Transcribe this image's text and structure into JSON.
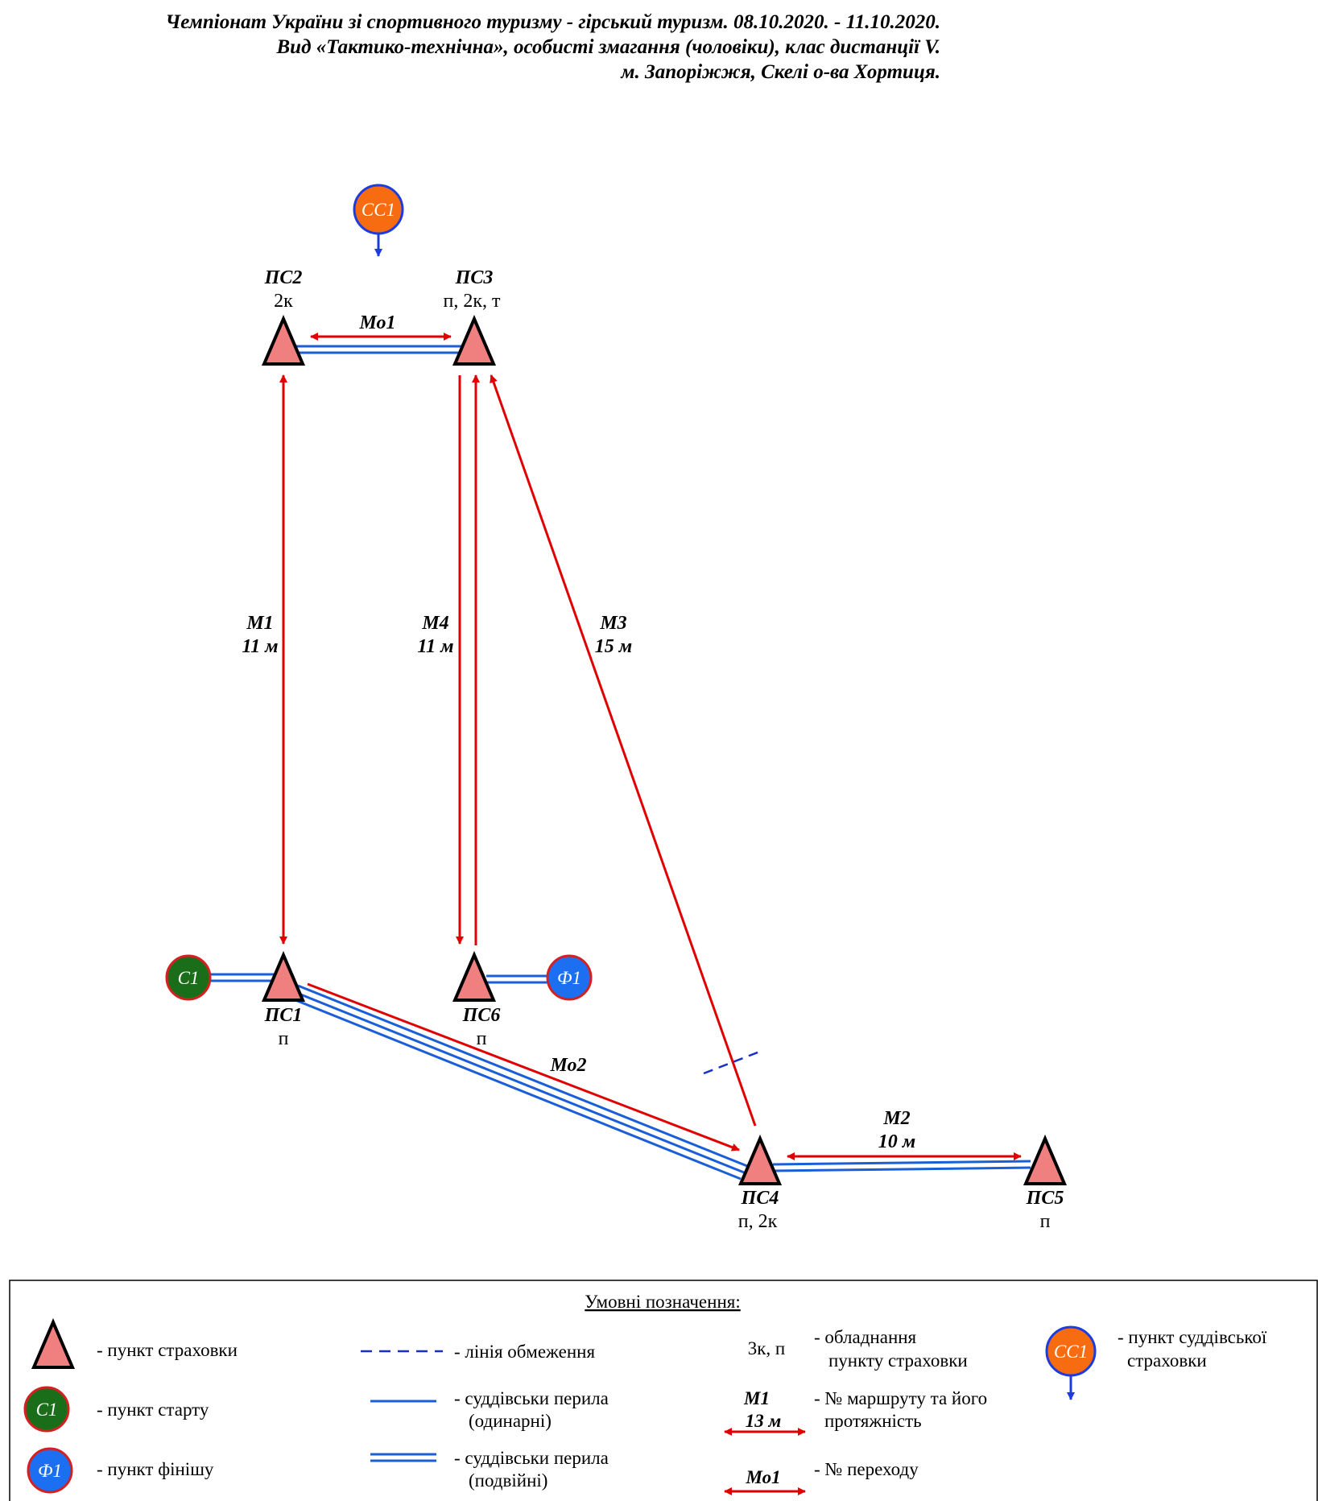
{
  "header": {
    "line1": "Чемпіонат України зі спортивного туризму - гірський туризм. 08.10.2020. - 11.10.2020.",
    "line2": "Вид «Тактико-технічна», особисті змагання (чоловіки), клас дистанції V.",
    "line3": "м. Запоріжжя, Скелі о-ва Хортиця."
  },
  "colors": {
    "triangle_fill": "#f07f7f",
    "arrow_red": "#e00000",
    "rope_blue": "#1a5fd8",
    "start_green": "#1a6e1a",
    "finish_blue": "#1c6ff0",
    "judge_orange": "#f76c10",
    "circle_outline_red": "#d42020",
    "judge_outline_blue": "#1c3ce0",
    "restriction_dash": "#1a2fc8"
  },
  "diagram": {
    "ps1": {
      "name": "ПС1",
      "equip": "п"
    },
    "ps2": {
      "name": "ПС2",
      "equip": "2к"
    },
    "ps3": {
      "name": "ПС3",
      "equip": "п, 2к, т"
    },
    "ps4": {
      "name": "ПС4",
      "equip": "п, 2к"
    },
    "ps5": {
      "name": "ПС5",
      "equip": "п"
    },
    "ps6": {
      "name": "ПС6",
      "equip": "п"
    },
    "start": "С1",
    "finish": "Ф1",
    "judge": "СС1",
    "m1": {
      "name": "М1",
      "length": "11 м"
    },
    "m2": {
      "name": "М2",
      "length": "10 м"
    },
    "m3": {
      "name": "М3",
      "length": "15 м"
    },
    "m4": {
      "name": "М4",
      "length": "11 м"
    },
    "mo1": "Мо1",
    "mo2": "Мо2"
  },
  "legend": {
    "title": "Умовні позначення:",
    "belay_point": "- пункт страховки",
    "start_point": "- пункт старту",
    "finish_point": "- пункт фінішу",
    "restriction_line": "- лінія обмеження",
    "rope_single_1": "- суддівськи перила",
    "rope_single_2": "(одинарні)",
    "rope_double_1": "- суддівськи перила",
    "rope_double_2": "(подвійні)",
    "equip_sample": "3к, п",
    "equip_desc_1": "- обладнання",
    "equip_desc_2": "пункту страховки",
    "route_name": "М1",
    "route_length": "13 м",
    "route_desc_1": "- № маршруту та його",
    "route_desc_2": "протяжність",
    "transition_name": "Мо1",
    "transition_desc": "- № переходу",
    "judge_desc_1": "- пункт суддівської",
    "judge_desc_2": "страховки",
    "start_icon": "С1",
    "finish_icon": "Ф1",
    "judge_icon": "СС1"
  }
}
